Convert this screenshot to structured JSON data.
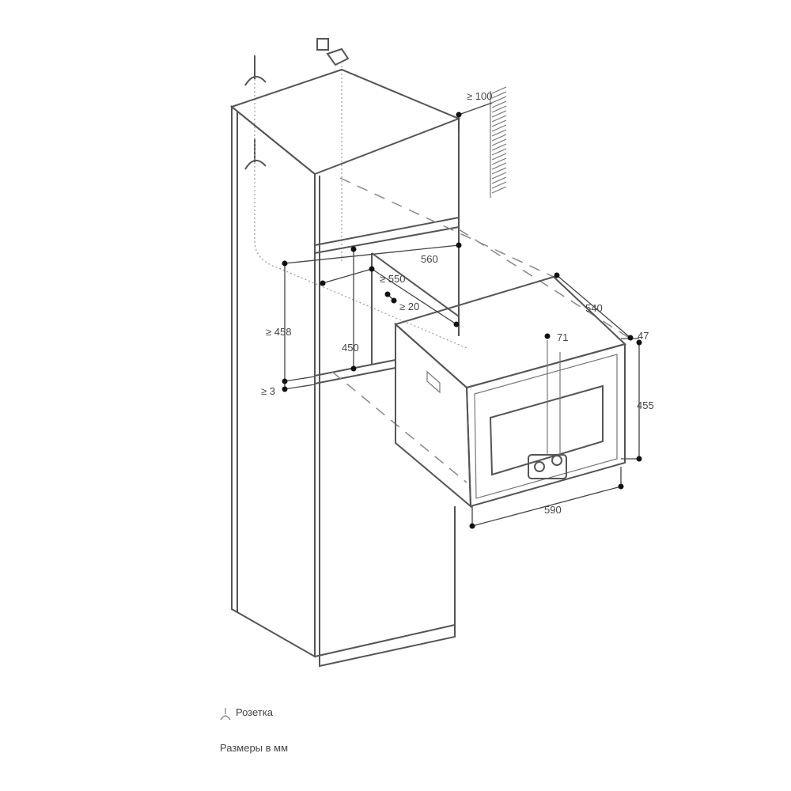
{
  "dimensions": {
    "wall_clearance": "≥ 100",
    "niche_width": "560",
    "niche_depth": "≥ 550",
    "rear_gap": "≥ 20",
    "niche_height": "≥ 458",
    "inner_height": "450",
    "bottom_gap": "≥ 3",
    "oven_depth": "540",
    "front_protrusion": "47",
    "panel_offset": "71",
    "oven_height": "455",
    "oven_width": "590"
  },
  "legend": {
    "socket": "Розетка",
    "units": "Размеры в мм"
  }
}
